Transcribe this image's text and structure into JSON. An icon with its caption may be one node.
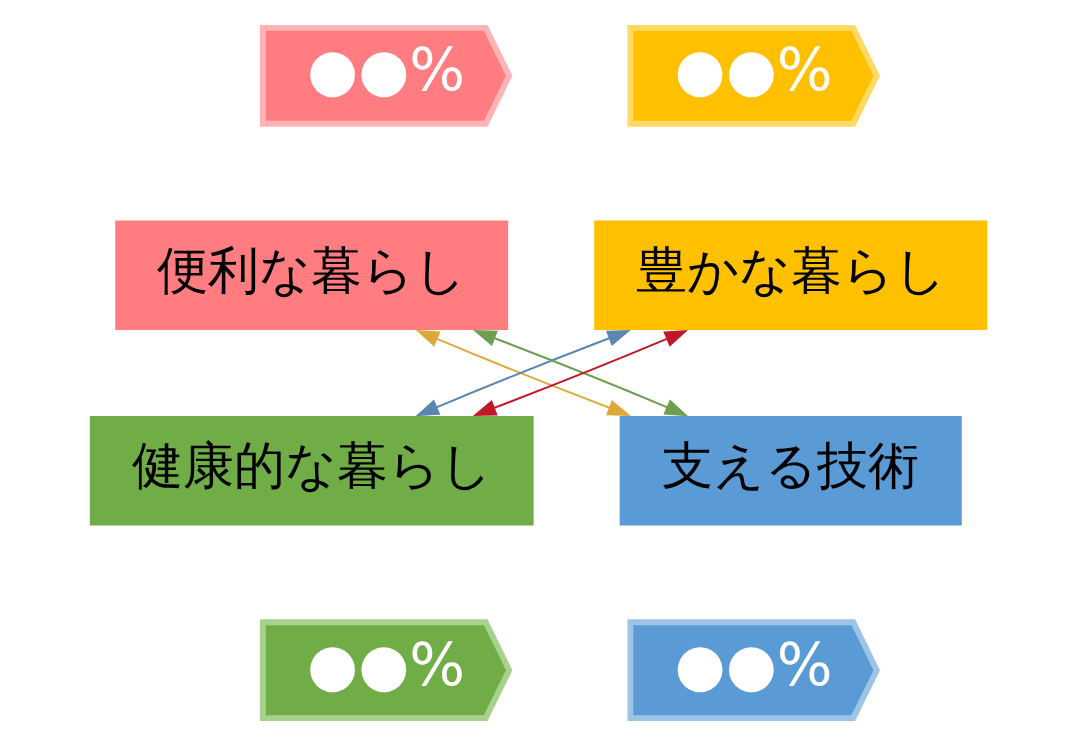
{
  "diagram": {
    "nodes": [
      {
        "text": [
          "便利な暮らし"
        ]
      },
      {
        "text": [
          "豊かな暮らし"
        ]
      },
      {
        "text": [
          "支える技術"
        ]
      },
      {
        "text": [
          "健康的な暮らし"
        ]
      },
      {
        "text": [
          "●●%"
        ]
      },
      {
        "text": [
          "●●%"
        ]
      },
      {
        "text": [
          "●●%"
        ]
      },
      {
        "text": [
          "●●%"
        ]
      }
    ],
    "edges": [
      {
        "from": 3,
        "to": 1,
        "arrow": "both",
        "color": "#c0182a"
      },
      {
        "from": 0,
        "to": 2,
        "arrow": "both",
        "color": "#dca83a"
      },
      {
        "from": 1,
        "to": 3,
        "arrow": "both",
        "color": "#5b86b0"
      },
      {
        "from": 2,
        "to": 0,
        "arrow": "both",
        "color": "#6e9e4f"
      }
    ]
  }
}
